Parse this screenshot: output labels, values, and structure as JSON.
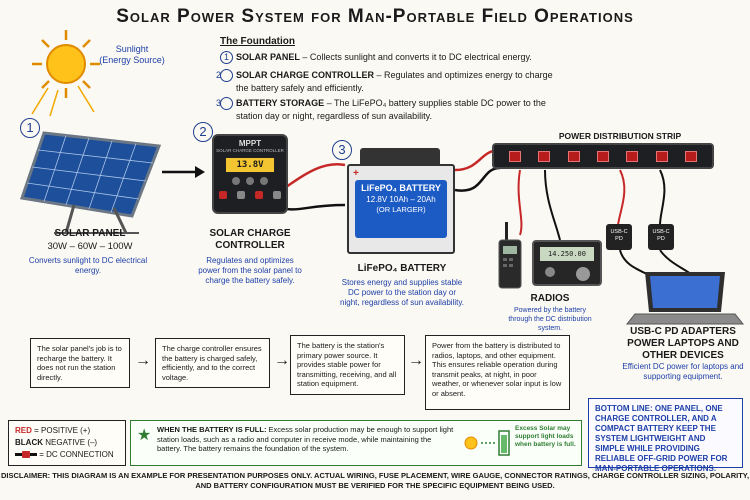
{
  "title": "Solar Power System for Man-Portable Field Operations",
  "sun": {
    "label": "Sunlight",
    "sublabel": "(Energy Source)"
  },
  "foundation": {
    "heading": "The Foundation",
    "items": [
      {
        "num": "1",
        "name": "SOLAR PANEL",
        "text": "– Collects sunlight and converts it to DC electrical energy."
      },
      {
        "num": "2",
        "name": "SOLAR CHARGE CONTROLLER",
        "text": "– Regulates and optimizes energy to charge the battery safely and efficiently."
      },
      {
        "num": "3",
        "name": "BATTERY STORAGE",
        "text": "– The LiFePO₄ battery supplies stable DC power to the station day or night, regardless of sun availability."
      }
    ]
  },
  "panel": {
    "num": "1",
    "title": "SOLAR PANEL",
    "spec": "30W – 60W – 100W",
    "desc": "Converts sunlight to DC electrical energy."
  },
  "controller": {
    "num": "2",
    "title": "SOLAR CHARGE CONTROLLER",
    "device_top": "MPPT",
    "device_sub": "SOLAR CHARGE CONTROLLER",
    "display": "13.8V",
    "desc": "Regulates and optimizes power from the solar panel to charge the battery safely."
  },
  "battery": {
    "num": "3",
    "title": "LiFePO₄ BATTERY",
    "label1": "LiFePO₄ BATTERY",
    "label2": "12.8V  10Ah – 20Ah",
    "label3": "(OR LARGER)",
    "desc": "Stores energy and supplies stable DC power to the station day or night, regardless of sun availability."
  },
  "strip": {
    "title": "POWER DISTRIBUTION STRIP"
  },
  "radios": {
    "title": "RADIOS",
    "display": "14.250.00",
    "desc": "Powered by the battery through the DC distribution system."
  },
  "usb": {
    "title": "USB-C PD ADAPTERS POWER LAPTOPS AND OTHER DEVICES",
    "adapter_label": "USB-C PD",
    "desc": "Efficient DC power for laptops and supporting equipment."
  },
  "steps": [
    "The solar panel's job is to recharge the battery. It does not run the station directly.",
    "The charge controller ensures the battery is charged safely, efficiently, and to the correct voltage.",
    "The battery is the station's primary power source. It provides stable power for transmitting, receiving, and all station equipment.",
    "Power from the battery is distributed to radios, laptops, and other equipment. This ensures reliable operation during transmit peaks, at night, in poor weather, or whenever solar input is low or absent."
  ],
  "bottom_line": "BOTTOM LINE: ONE PANEL, ONE CHARGE CONTROLLER, AND A COMPACT BATTERY KEEP THE SYSTEM LIGHTWEIGHT AND SIMPLE WHILE PROVIDING RELIABLE OFF-GRID POWER FOR MAN-PORTABLE OPERATIONS.",
  "legend": {
    "red": "RED",
    "red_text": "= POSITIVE (+)",
    "black": "BLACK",
    "black_text": "NEGATIVE (–)",
    "dc_text": "= DC CONNECTION"
  },
  "battery_full": {
    "lead": "WHEN THE BATTERY IS FULL:",
    "text": "Excess solar production may be enough to support light station loads, such as a radio and computer in receive mode, while maintaining the battery. The battery remains the foundation of the system.",
    "side": "Excess Solar may support light loads when battery is full."
  },
  "disclaimer": "DISCLAIMER: THIS DIAGRAM IS AN EXAMPLE FOR PRESENTATION PURPOSES ONLY. ACTUAL WIRING, FUSE PLACEMENT, WIRE GAUGE, CONNECTOR RATINGS, CHARGE CONTROLLER SIZING, POLARITY, AND BATTERY CONFIGURATION MUST BE VERIFIED FOR THE SPECIFIC EQUIPMENT BEING USED.",
  "colors": {
    "accent": "#1d3fa8",
    "positive": "#c62828",
    "negative": "#111111",
    "good": "#2e7d32"
  }
}
